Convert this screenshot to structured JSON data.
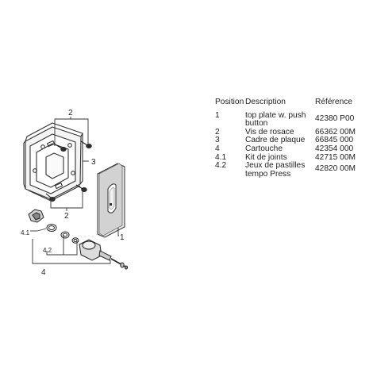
{
  "table": {
    "headers": {
      "position": "Position",
      "description": "Description",
      "reference": "Référence"
    },
    "rows": [
      {
        "position": "1",
        "description": "top plate w. push button",
        "reference": "42380 P00"
      },
      {
        "position": "2",
        "description": "Vis de rosace",
        "reference": "66362 00M"
      },
      {
        "position": "3",
        "description": "Cadre de plaque",
        "reference": "66845 000"
      },
      {
        "position": "4",
        "description": "Cartouche",
        "reference": "42354 000"
      },
      {
        "position": "4.1",
        "description": "Kit de joints",
        "reference": "42715 00M"
      },
      {
        "position": "4.2",
        "description": "Jeux de pastilles tempo Press",
        "reference": "42820 00M"
      }
    ]
  },
  "callouts": {
    "part_1": "1",
    "part_2_top": "2",
    "part_2_bottom": "2",
    "part_3": "3",
    "part_4": "4",
    "part_4_1": "4.1",
    "part_4_2": "4.2"
  }
}
